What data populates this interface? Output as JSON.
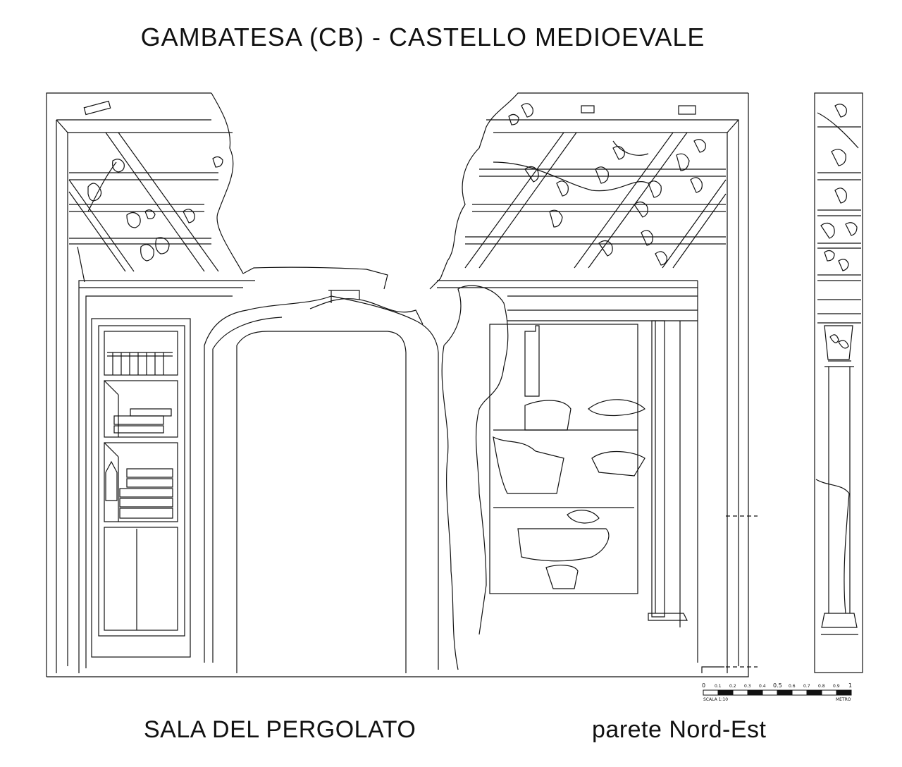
{
  "title": "GAMBATESA  (CB)   - CASTELLO MEDIOEVALE",
  "caption_left": "SALA DEL PERGOLATO",
  "caption_right": "parete Nord-Est",
  "scale": {
    "ticks": [
      "0",
      "0.1",
      "0.2",
      "0.3",
      "0.4",
      "0.5",
      "0.6",
      "0.7",
      "0.8",
      "0.9",
      "1"
    ],
    "scale_label": "SCALA 1:10",
    "unit_label": "METRO"
  }
}
